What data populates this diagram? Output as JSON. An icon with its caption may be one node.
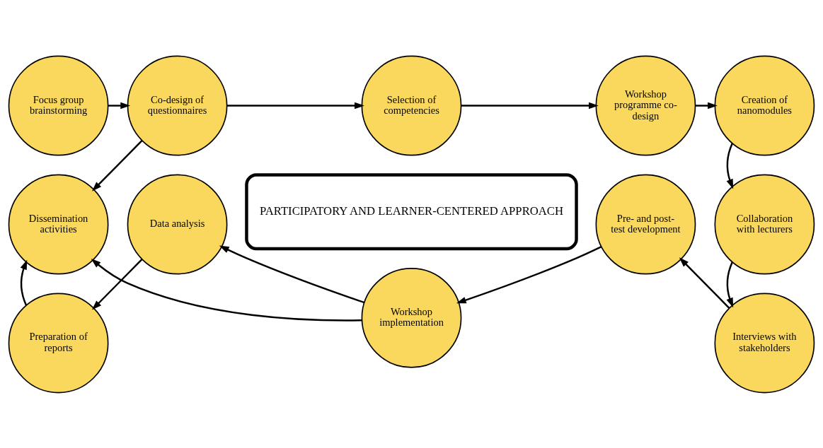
{
  "diagram": {
    "nodes": [
      {
        "text": [
          "Focus group brainstorming"
        ]
      },
      {
        "text": [
          "Co-design of questionnaires"
        ]
      },
      {
        "text": [
          "Selection of competencies"
        ]
      },
      {
        "text": [
          "Workshop programme co-design"
        ]
      },
      {
        "text": [
          "Creation of nanomodules"
        ]
      },
      {
        "text": [
          "Dissemination activities"
        ]
      },
      {
        "text": [
          "PARTICIPATORY AND LEARNER-CENTERED APPROACH"
        ]
      },
      {
        "text": [
          "Collaboration with lecturers"
        ]
      },
      {
        "text": [
          "Preparation of reports"
        ]
      },
      {
        "text": [
          "Data analysis"
        ]
      },
      {
        "text": [
          "Workshop implementation"
        ]
      },
      {
        "text": [
          "Pre- and post-test development"
        ]
      },
      {
        "text": [
          "Interviews with stakeholders"
        ]
      }
    ],
    "edges": [
      {
        "from": 0,
        "to": 1,
        "arrow": "to"
      },
      {
        "from": 1,
        "to": 2,
        "arrow": "to"
      },
      {
        "from": 2,
        "to": 3,
        "arrow": "to"
      },
      {
        "from": 3,
        "to": 4,
        "arrow": "to"
      },
      {
        "from": 4,
        "to": 7,
        "arrow": "to"
      },
      {
        "from": 7,
        "to": 12,
        "arrow": "to"
      },
      {
        "from": 12,
        "to": 11,
        "arrow": "to"
      },
      {
        "from": 11,
        "to": 10,
        "arrow": "to"
      },
      {
        "from": 10,
        "to": 9,
        "arrow": "to"
      },
      {
        "from": 9,
        "to": 8,
        "arrow": "to"
      },
      {
        "from": 8,
        "to": 5,
        "arrow": "to"
      },
      {
        "from": 1,
        "to": 5,
        "arrow": "to"
      },
      {
        "from": 10,
        "to": 5,
        "arrow": "to"
      }
    ]
  }
}
